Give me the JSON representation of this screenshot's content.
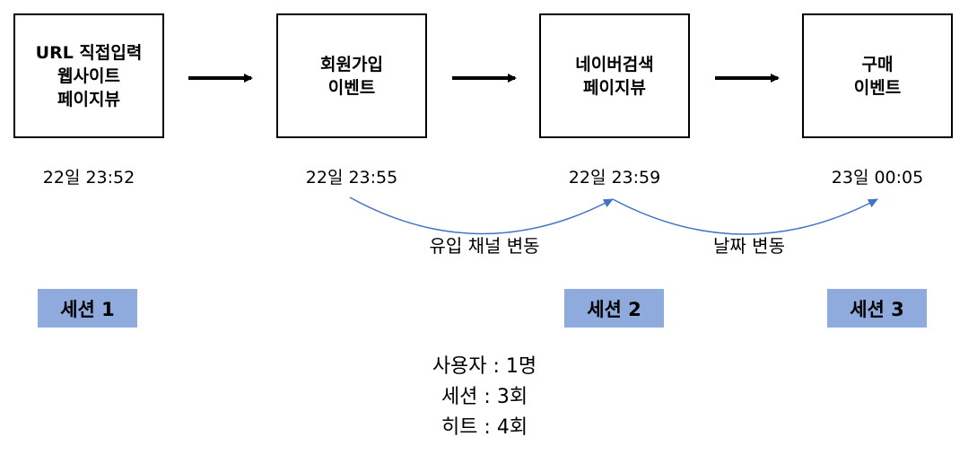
{
  "colors": {
    "box_border": "#000000",
    "arrow": "#000000",
    "curve": "#4472C4",
    "session_fill": "#8FAADC"
  },
  "steps": [
    {
      "lines": [
        "URL 직접입력",
        "웹사이트",
        "페이지뷰"
      ],
      "timestamp": "22일 23:52"
    },
    {
      "lines": [
        "회원가입",
        "이벤트"
      ],
      "timestamp": "22일 23:55"
    },
    {
      "lines": [
        "네이버검색",
        "페이지뷰"
      ],
      "timestamp": "22일 23:59"
    },
    {
      "lines": [
        "구매",
        "이벤트"
      ],
      "timestamp": "23일 00:05"
    }
  ],
  "changes": [
    {
      "label": "유입 채널 변동"
    },
    {
      "label": "날짜 변동"
    }
  ],
  "sessions": [
    {
      "label": "세션 1"
    },
    {
      "label": "세션 2"
    },
    {
      "label": "세션 3"
    }
  ],
  "summary": [
    "사용자 : 1명",
    "세션 : 3회",
    "히트 : 4회"
  ]
}
